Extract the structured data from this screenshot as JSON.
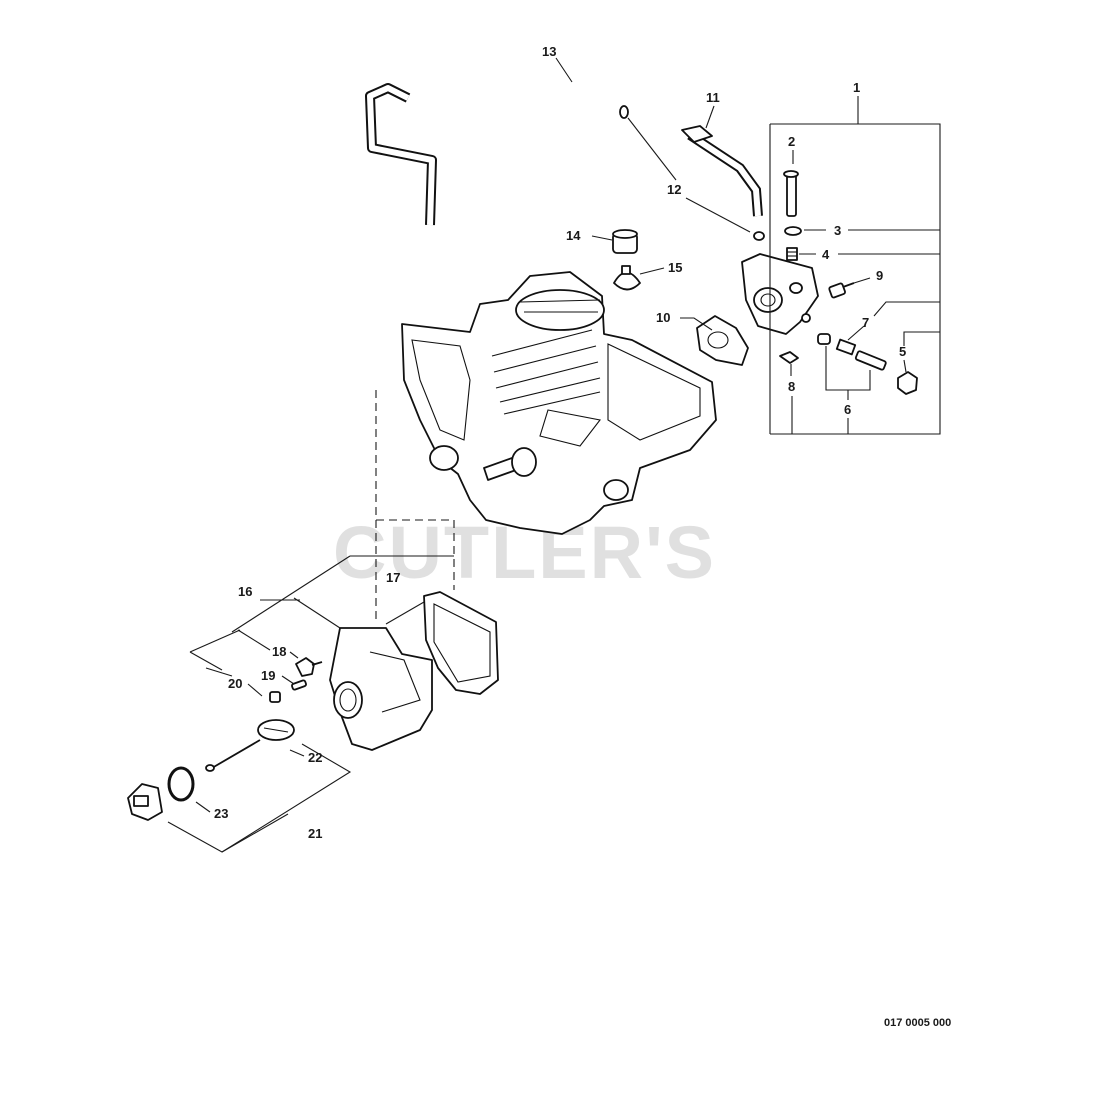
{
  "diagram": {
    "watermark": "CUTLER'S",
    "reference_code": "017 0005 000",
    "callouts": [
      "1",
      "2",
      "3",
      "4",
      "5",
      "6",
      "7",
      "8",
      "9",
      "10",
      "11",
      "12",
      "13",
      "14",
      "15",
      "16",
      "17",
      "18",
      "19",
      "20",
      "21",
      "22",
      "23"
    ]
  },
  "colors": {
    "line": "#111111",
    "watermark": "#d6d6d6",
    "background": "#ffffff"
  }
}
